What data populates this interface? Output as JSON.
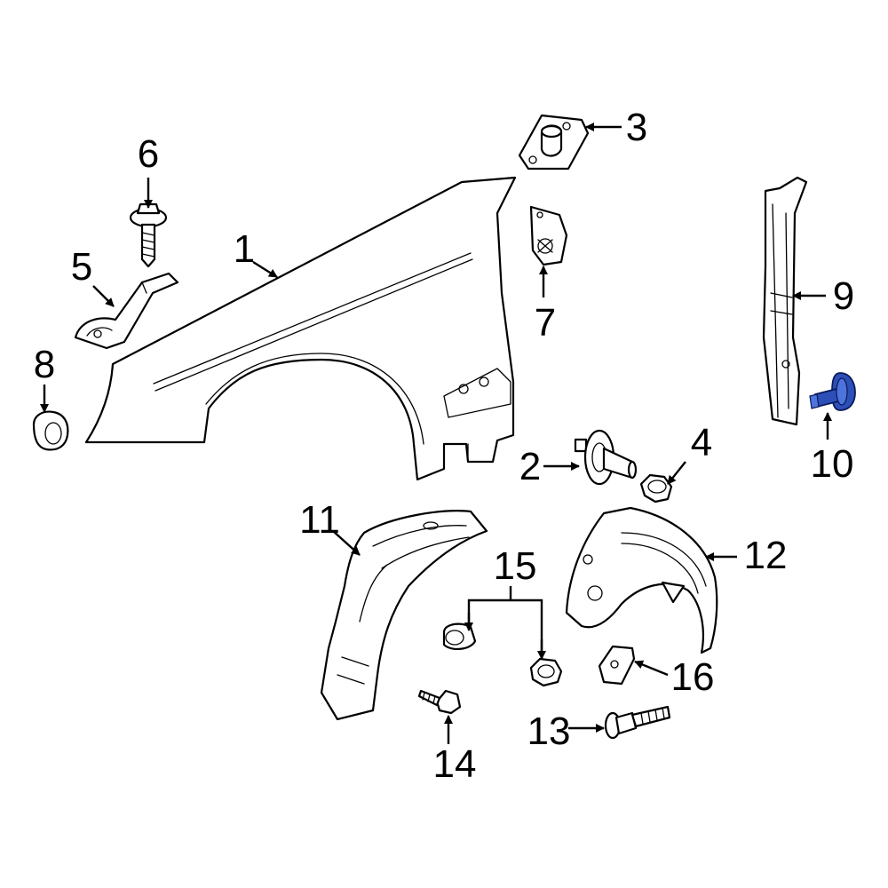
{
  "diagram": {
    "callouts": [
      {
        "id": "1",
        "label": "1"
      },
      {
        "id": "2",
        "label": "2"
      },
      {
        "id": "3",
        "label": "3"
      },
      {
        "id": "4",
        "label": "4"
      },
      {
        "id": "5",
        "label": "5"
      },
      {
        "id": "6",
        "label": "6"
      },
      {
        "id": "7",
        "label": "7"
      },
      {
        "id": "8",
        "label": "8"
      },
      {
        "id": "9",
        "label": "9"
      },
      {
        "id": "10",
        "label": "10"
      },
      {
        "id": "11",
        "label": "11"
      },
      {
        "id": "12",
        "label": "12"
      },
      {
        "id": "13",
        "label": "13"
      },
      {
        "id": "14",
        "label": "14"
      },
      {
        "id": "15",
        "label": "15"
      },
      {
        "id": "16",
        "label": "16"
      }
    ],
    "highlighted_part": "10",
    "colors": {
      "highlight": "#2d4fb8",
      "line": "#000000",
      "background": "#ffffff"
    }
  }
}
